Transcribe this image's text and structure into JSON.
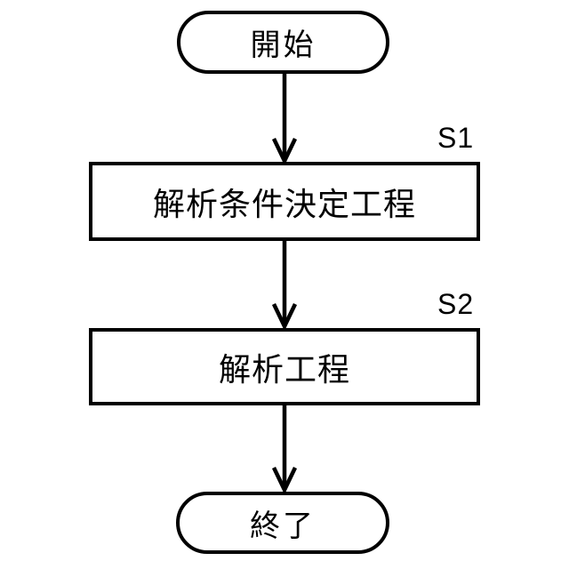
{
  "diagram": {
    "type": "flowchart",
    "orientation": "top-down",
    "colors": {
      "background": "#ffffff",
      "stroke": "#000000",
      "text": "#000000"
    },
    "start": {
      "label": "開始",
      "shape": "terminal"
    },
    "steps": [
      {
        "id": "S1",
        "label": "解析条件決定工程",
        "shape": "process"
      },
      {
        "id": "S2",
        "label": "解析工程",
        "shape": "process"
      }
    ],
    "end": {
      "label": "終了",
      "shape": "terminal"
    },
    "connections": [
      {
        "from": "start",
        "to": "S1"
      },
      {
        "from": "S1",
        "to": "S2"
      },
      {
        "from": "S2",
        "to": "end"
      }
    ]
  }
}
